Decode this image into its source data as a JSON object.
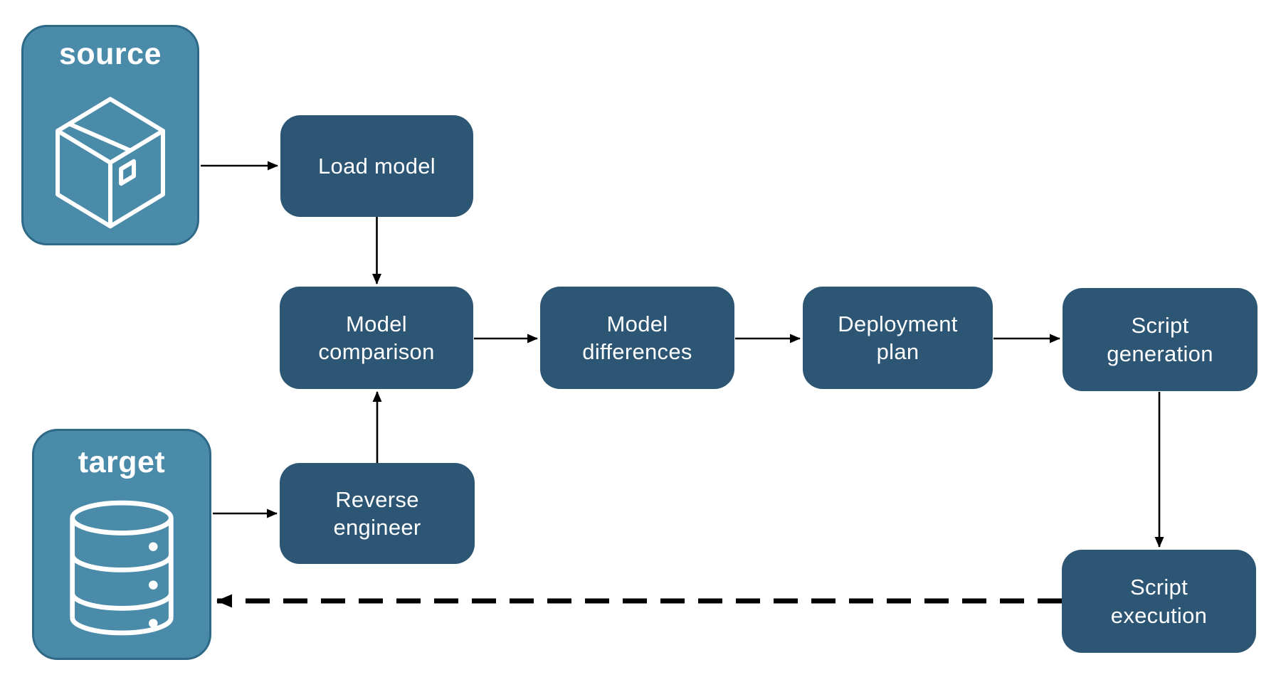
{
  "diagram": {
    "colors": {
      "node_fill": "#2d5675",
      "endpoint_fill": "#4a8ba9",
      "endpoint_border": "#2e6a87",
      "arrow_color": "#000000",
      "label_color": "#ffffff",
      "background": "#ffffff"
    },
    "endpoints": [
      {
        "id": "source",
        "label": "source",
        "icon": "package-icon"
      },
      {
        "id": "target",
        "label": "target",
        "icon": "database-icon"
      }
    ],
    "nodes": [
      {
        "id": "load-model",
        "label": "Load model"
      },
      {
        "id": "model-comparison",
        "label": "Model comparison"
      },
      {
        "id": "model-differences",
        "label": "Model differences"
      },
      {
        "id": "deployment-plan",
        "label": "Deployment plan"
      },
      {
        "id": "script-generation",
        "label": "Script generation"
      },
      {
        "id": "reverse-engineer",
        "label": "Reverse engineer"
      },
      {
        "id": "script-execution",
        "label": "Script execution"
      }
    ],
    "edges": [
      {
        "from": "source",
        "to": "load-model",
        "style": "solid"
      },
      {
        "from": "load-model",
        "to": "model-comparison",
        "style": "solid"
      },
      {
        "from": "reverse-engineer",
        "to": "model-comparison",
        "style": "solid"
      },
      {
        "from": "target",
        "to": "reverse-engineer",
        "style": "solid"
      },
      {
        "from": "model-comparison",
        "to": "model-differences",
        "style": "solid"
      },
      {
        "from": "model-differences",
        "to": "deployment-plan",
        "style": "solid"
      },
      {
        "from": "deployment-plan",
        "to": "script-generation",
        "style": "solid"
      },
      {
        "from": "script-generation",
        "to": "script-execution",
        "style": "solid"
      },
      {
        "from": "script-execution",
        "to": "target",
        "style": "dashed"
      }
    ]
  }
}
